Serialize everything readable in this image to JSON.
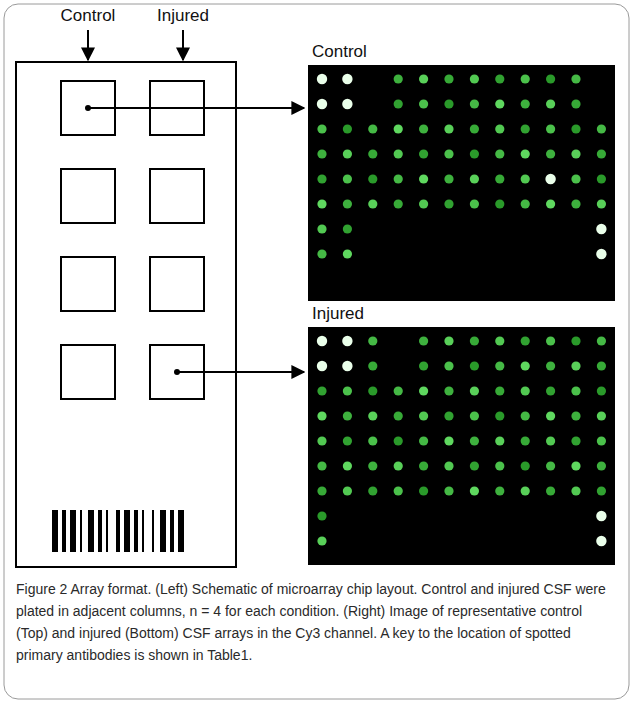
{
  "diagram": {
    "caption": "Figure 2 Array format. (Left) Schematic of microarray chip layout. Control and injured CSF were plated in adjacent columns, n = 4 for each condition. (Right) Image of representative control (Top) and injured (Bottom) CSF arrays in the Cy3 channel. A key to the location of spotted primary antibodies is shown in Table1.",
    "nodes": [
      {
        "text": [
          "Control"
        ]
      },
      {
        "text": [
          "Injured"
        ]
      }
    ],
    "labels": [
      "Control",
      "Injured"
    ]
  }
}
